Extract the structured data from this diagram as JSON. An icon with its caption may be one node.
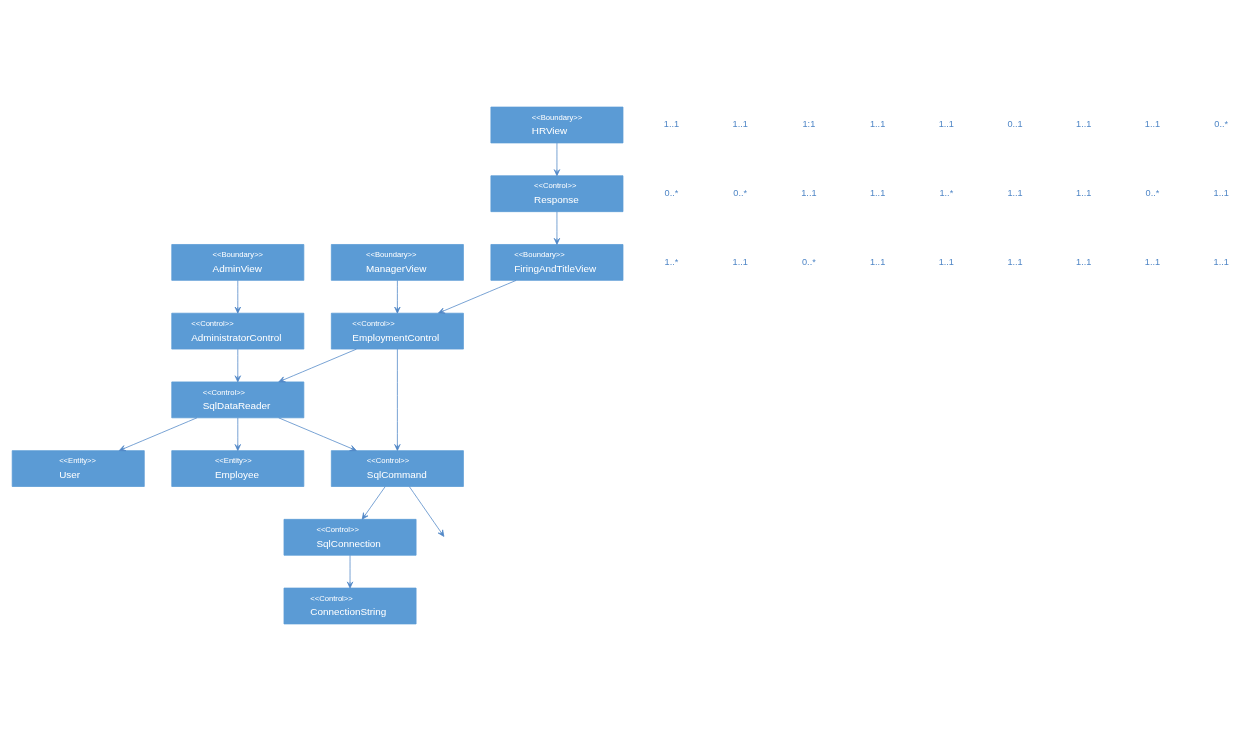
{
  "diagram": {
    "nodes": [
      {
        "text": [
          "<<Boundary>>",
          "AdminView"
        ]
      },
      {
        "text": [
          "<<Control>>",
          "AdministratorControl"
        ]
      },
      {
        "text": [
          "<<Boundary>>",
          "ManagerView"
        ]
      },
      {
        "text": [
          "<<Control>>",
          "EmploymentControl"
        ]
      },
      {
        "text": [
          "<<Entity>>",
          "User"
        ]
      },
      {
        "text": [
          "<<Boundary>>",
          "FiringAndTitleView"
        ]
      },
      {
        "text": [
          "<<Control>>",
          "SqlDataReader"
        ]
      },
      {
        "text": [
          "<<Entity>>",
          "Employee"
        ]
      },
      {
        "text": [
          "<<Control>>",
          "SqlCommand"
        ]
      },
      {
        "text": [
          "<<Control>>",
          "Response"
        ]
      },
      {
        "text": [
          "<<Boundary>>",
          "HRView"
        ]
      },
      {
        "text": [
          "<<Control>>",
          "ConnectionString"
        ]
      },
      {
        "text": [
          "<<Control>>",
          "SqlConnection"
        ]
      }
    ],
    "edges": [
      {
        "from": 0,
        "to": 1,
        "arrow": "to"
      },
      {
        "from": 1,
        "to": 6,
        "arrow": "to"
      },
      {
        "from": 2,
        "to": 3,
        "arrow": "to"
      },
      {
        "from": 5,
        "to": 3,
        "arrow": "to"
      },
      {
        "from": 9,
        "to": 5,
        "arrow": "to"
      },
      {
        "from": 10,
        "to": 9,
        "arrow": "to"
      },
      {
        "from": 3,
        "to": 6,
        "arrow": "to"
      },
      {
        "from": 3,
        "to": 8,
        "arrow": "to"
      },
      {
        "from": 6,
        "to": 4,
        "arrow": "to"
      },
      {
        "from": 6,
        "to": 7,
        "arrow": "to"
      },
      {
        "from": 6,
        "to": 8,
        "arrow": "to"
      },
      {
        "from": 8,
        "to": null,
        "arrow": "to"
      },
      {
        "from": 8,
        "to": 12,
        "arrow": "to"
      },
      {
        "from": 12,
        "to": 11,
        "arrow": "to"
      }
    ],
    "labels": [
      "1..1",
      "1..1",
      "1:1",
      "1..1",
      "1..1",
      "0..1",
      "1..1",
      "1..1",
      "0..*",
      "0..*",
      "0..*",
      "1..1",
      "1..1",
      "1..*",
      "1..1",
      "1..1",
      "0..*",
      "1..1",
      "1..*",
      "1..1",
      "0..*",
      "1..1",
      "1..1",
      "1..1",
      "1..1",
      "1..1",
      "1..1"
    ]
  }
}
